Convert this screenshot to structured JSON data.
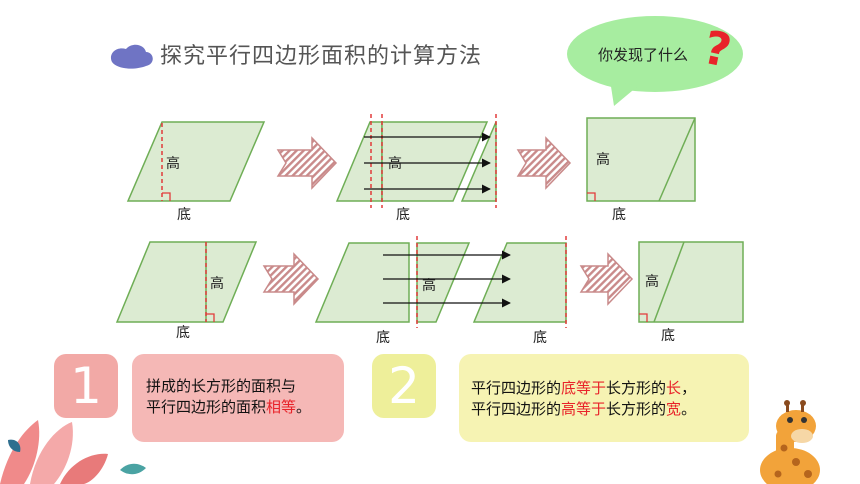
{
  "header": {
    "title": "探究平行四边形面积的计算方法"
  },
  "bubble": {
    "text": "你发现了什么",
    "mark": "?"
  },
  "labels": {
    "height": "高",
    "base": "底"
  },
  "cards": {
    "num1": "1",
    "card1_line1": "拼成的长方形的面积与",
    "card1_line2_a": "平行四边形的面积",
    "card1_line2_b": "相等",
    "card1_line2_c": "。",
    "num2": "2",
    "card2_line1_a": "平行四边形的",
    "card2_line1_b": "底等于",
    "card2_line1_c": "长方形的",
    "card2_line1_d": "长",
    "card2_line1_e": "，",
    "card2_line2_a": "平行四边形的",
    "card2_line2_b": "高等于",
    "card2_line2_c": "长方形的",
    "card2_line2_d": "宽",
    "card2_line2_e": "。"
  },
  "colors": {
    "shape_fill": "#dcebd2",
    "shape_stroke": "#6fae56",
    "dash": "#e23b3b",
    "accent_red": "#e8232a",
    "bubble": "#a7eda0",
    "cloud": "#6f74c4"
  }
}
